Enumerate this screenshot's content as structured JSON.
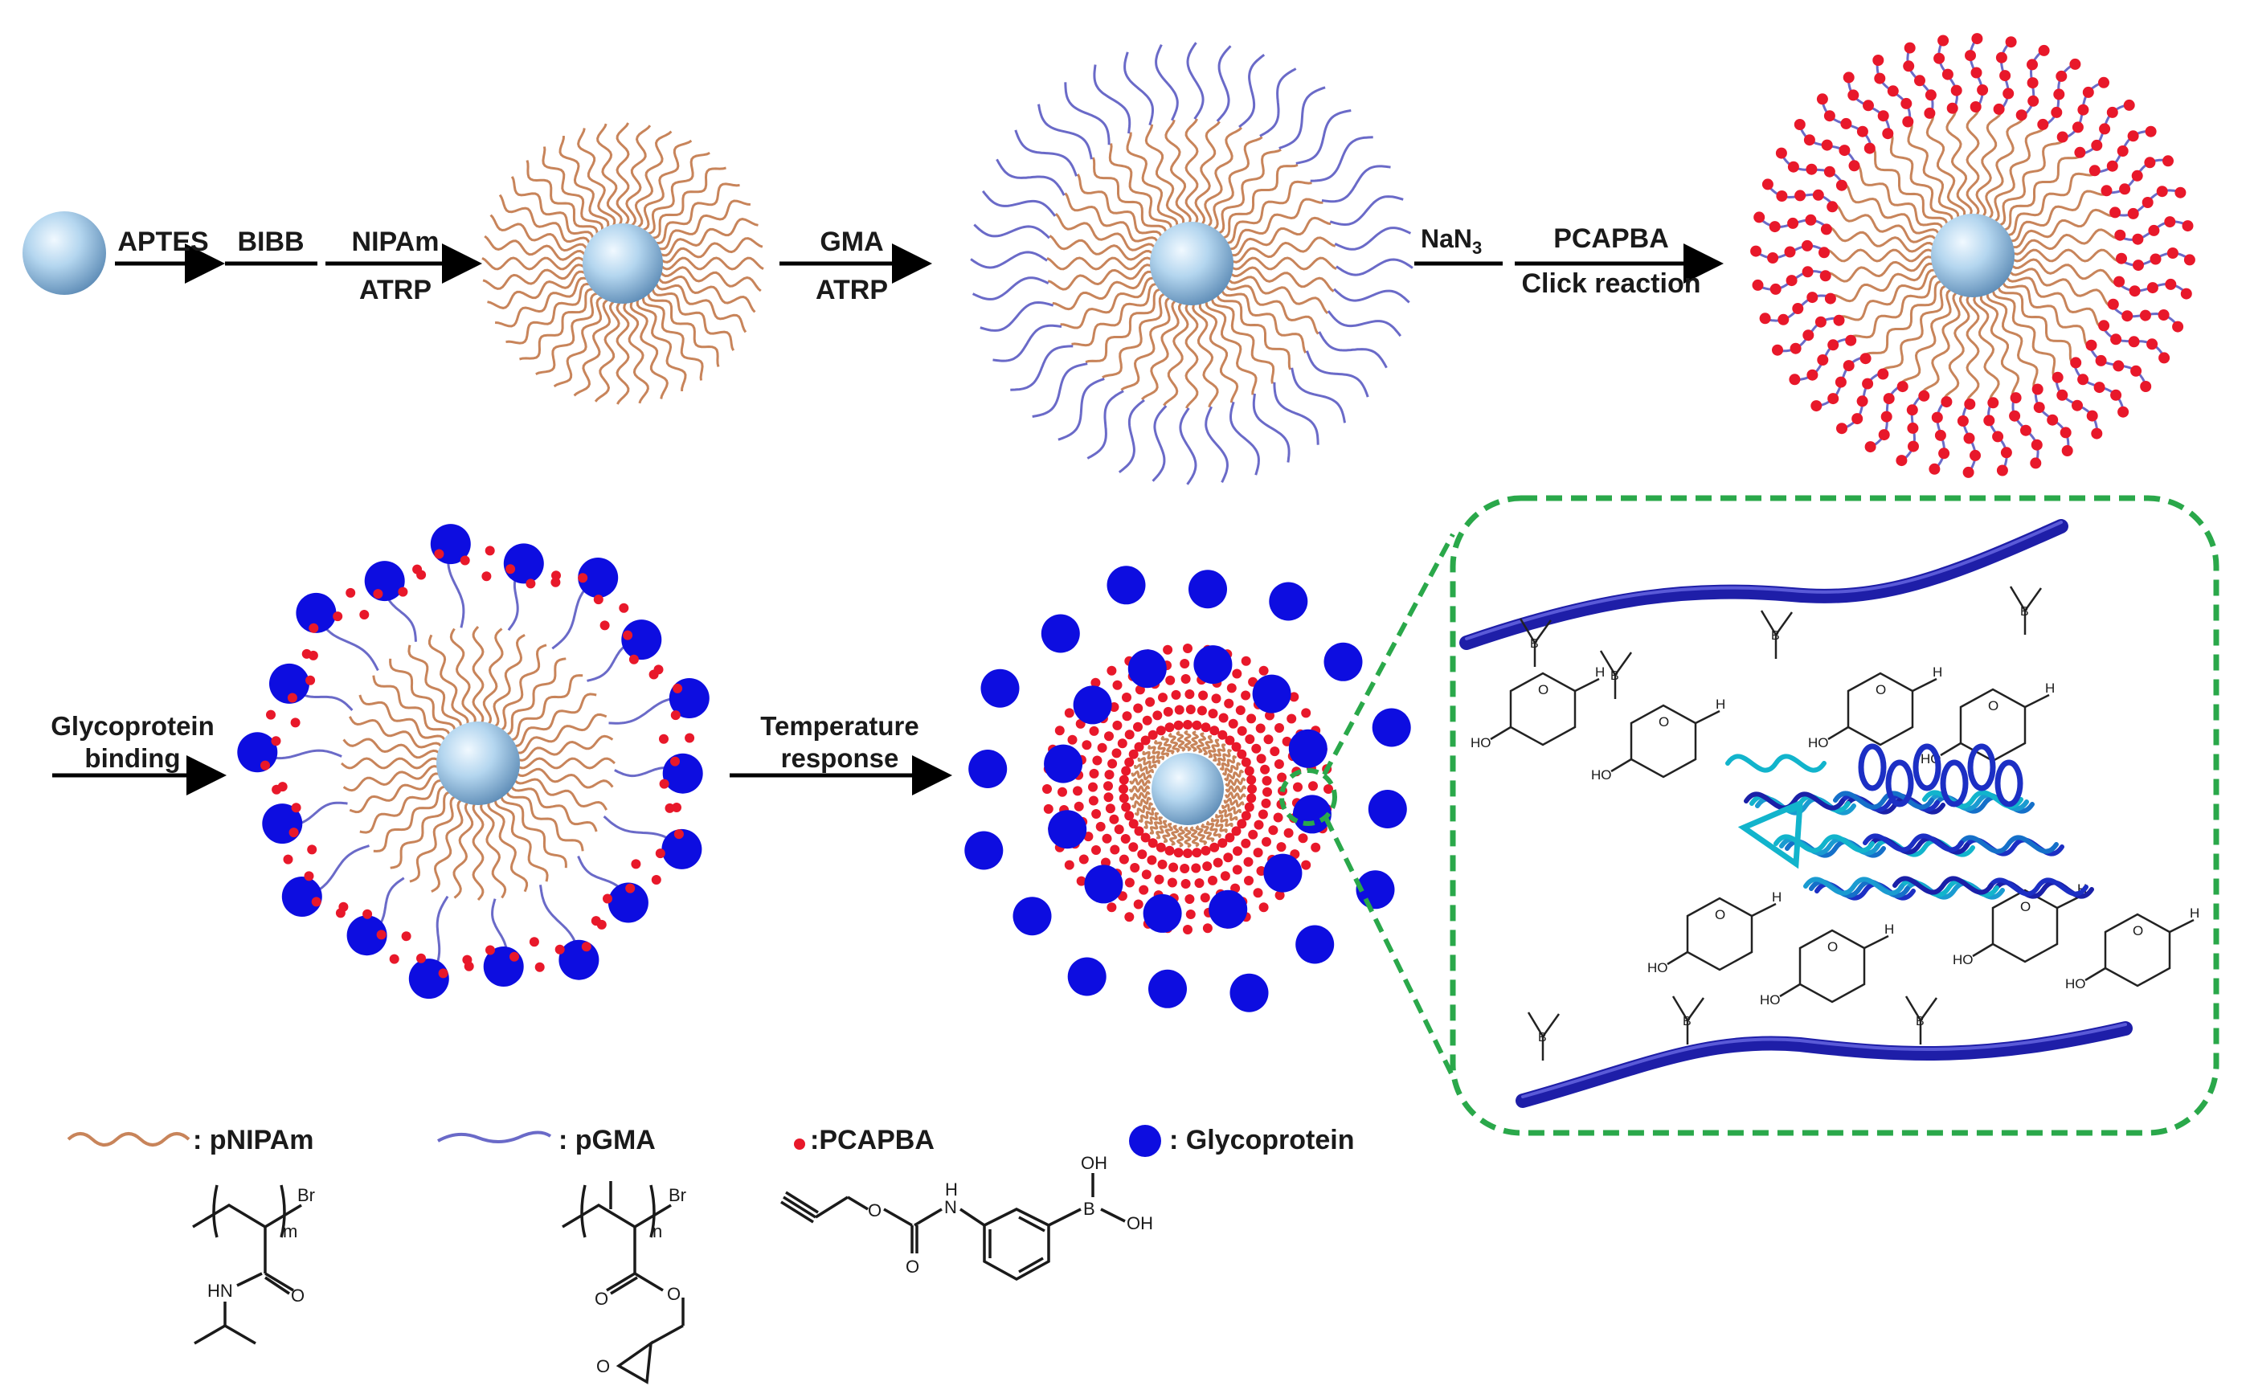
{
  "steps": {
    "aptes": "APTES",
    "bibb": "BIBB",
    "nipam": "NIPAm",
    "atrp1": "ATRP",
    "gma": "GMA",
    "atrp2": "ATRP",
    "nan3_base": "NaN",
    "nan3_sub": "3",
    "pcapba": "PCAPBA",
    "click": "Click reaction",
    "glyco_line1": "Glycoprotein",
    "glyco_line2": "binding",
    "temp_line1": "Temperature",
    "temp_line2": "response"
  },
  "legend": {
    "pnipam": ": pNIPAm",
    "pgma": ": pGMA",
    "pcapba": ":PCAPBA",
    "glycoprotein": ": Glycoprotein"
  },
  "chem": {
    "br1": "Br",
    "m": "m",
    "hn": "HN",
    "o1": "O",
    "br2": "Br",
    "n": "n",
    "o2": "O",
    "o3": "O",
    "o4": "O",
    "o5": "O",
    "o6": "O",
    "nh": "N",
    "h": "H",
    "b": "B",
    "oh1": "OH",
    "oh2": "OH",
    "oh_small": "HO",
    "h_small": "H",
    "o_small": "O",
    "b_small": "B"
  },
  "colors": {
    "pnipam": "#c8845a",
    "pgma": "#6a6ac8",
    "pcapba": "#e8182a",
    "glycoprotein": "#0d0de0",
    "fiber": "#1e1ea8",
    "box": "#2aa84a",
    "sphere_light": "#dff0fb",
    "sphere_dark": "#6f9dc4"
  }
}
